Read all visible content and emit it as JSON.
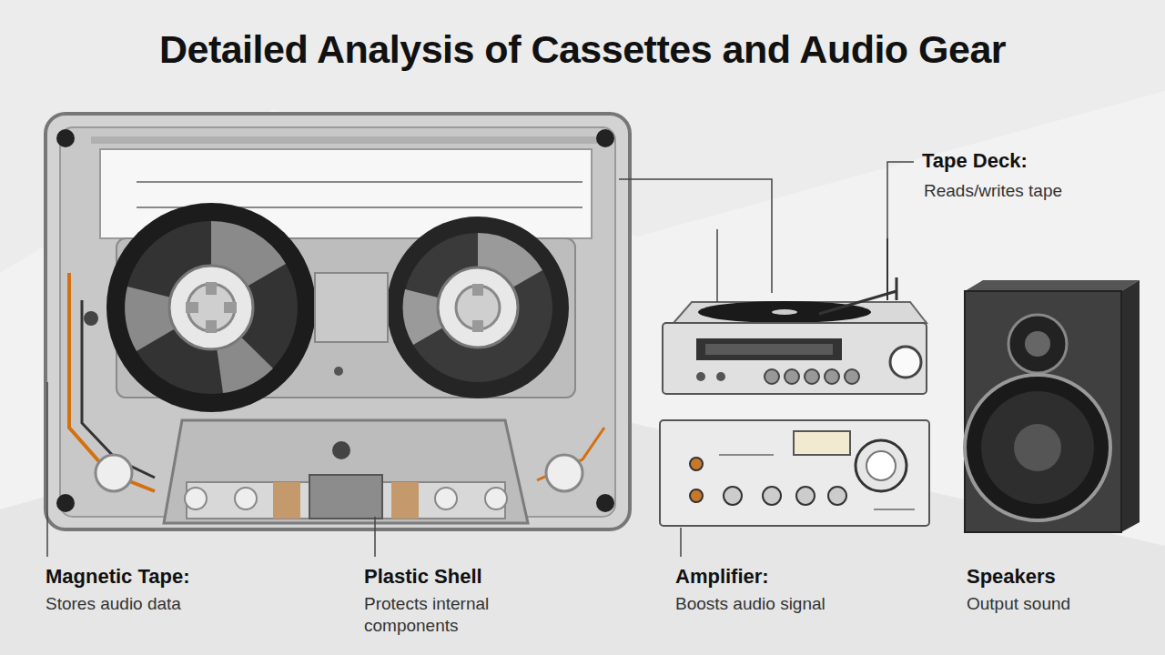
{
  "diagram": {
    "title": "Detailed Analysis of Cassettes and Audio Gear",
    "labels": [
      "Tape Deck:",
      "Reads/writes tape",
      "Magnetic Tape:",
      "Stores audio data",
      "Plastic Shell",
      "Protects internal components",
      "Amplifier:",
      "Boosts audio signal",
      "Speakers",
      "Output sound"
    ]
  }
}
